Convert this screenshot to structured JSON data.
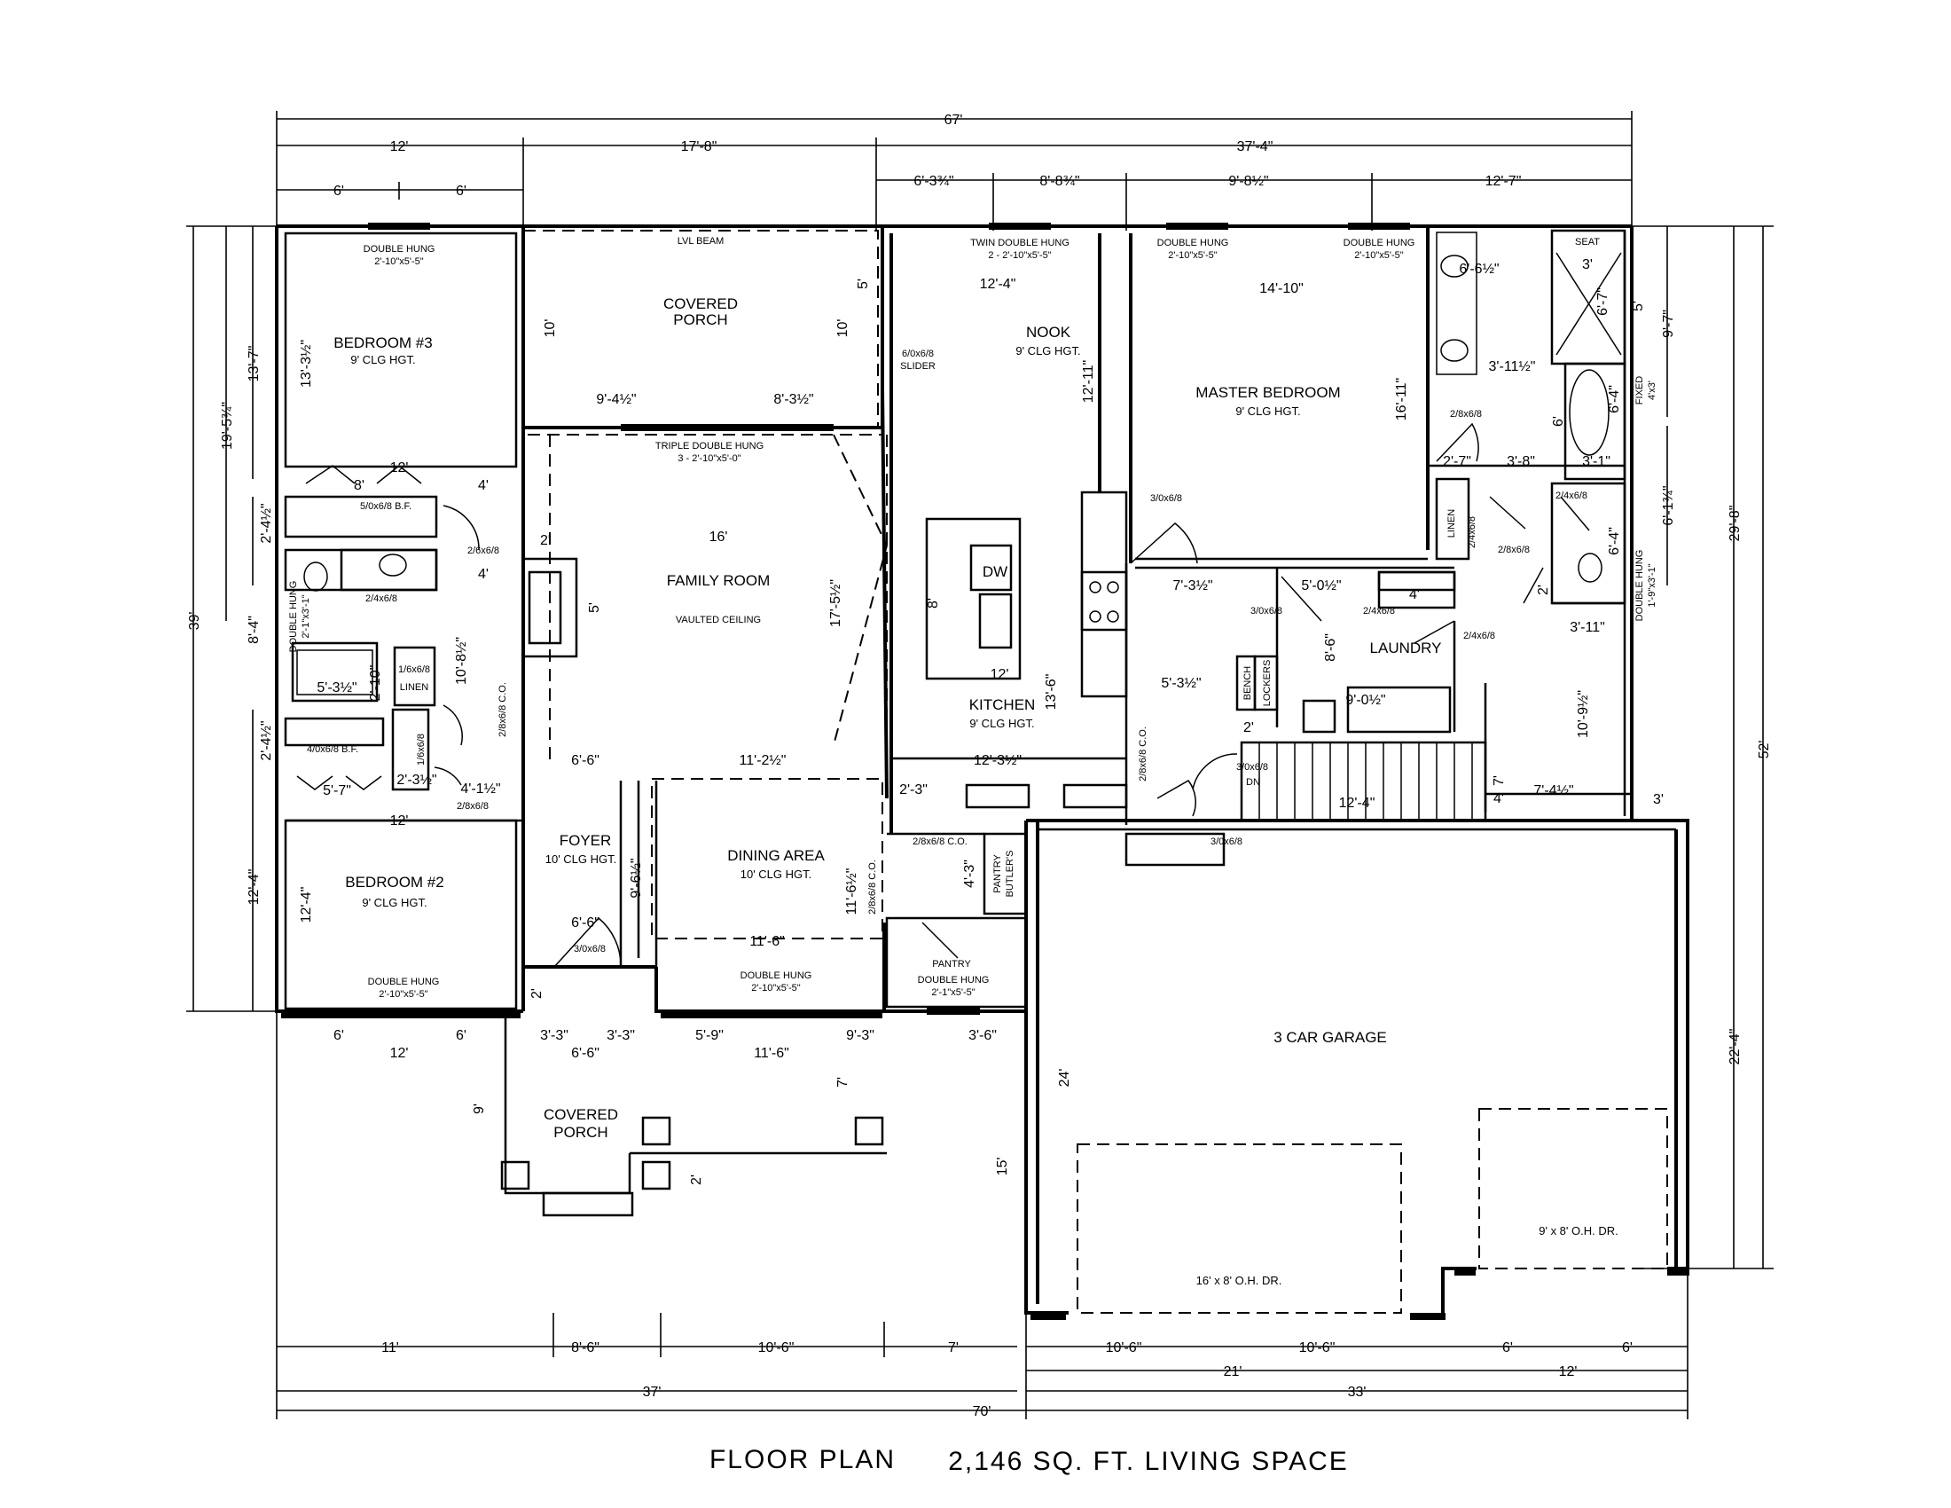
{
  "title": "FLOOR PLAN",
  "subtitle": "2,146 SQ. FT. LIVING SPACE",
  "rooms": {
    "bedroom3": "BEDROOM #3",
    "bedroom3_clg": "9' CLG HGT.",
    "covered_porch_rear_1": "COVERED",
    "covered_porch_rear_2": "PORCH",
    "nook": "NOOK",
    "nook_clg": "9' CLG HGT.",
    "master": "MASTER BEDROOM",
    "master_clg": "9' CLG HGT.",
    "family": "FAMILY ROOM",
    "family_clg": "VAULTED CEILING",
    "kitchen": "KITCHEN",
    "kitchen_clg": "9' CLG HGT.",
    "laundry": "LAUNDRY",
    "foyer": "FOYER",
    "foyer_clg": "10' CLG HGT.",
    "dining": "DINING AREA",
    "dining_clg": "10' CLG HGT.",
    "bedroom2": "BEDROOM #2",
    "bedroom2_clg": "9' CLG HGT.",
    "garage": "3 CAR GARAGE",
    "covered_porch_front_1": "COVERED",
    "covered_porch_front_2": "PORCH",
    "pantry": "PANTRY",
    "butlers_pantry_1": "BUTLER'S",
    "butlers_pantry_2": "PANTRY",
    "linen": "LINEN"
  },
  "notes": {
    "lvl_beam": "LVL BEAM",
    "dw": "DW",
    "slider_1": "6/0x6/8",
    "slider_2": "SLIDER",
    "win_b3_1": "DOUBLE HUNG",
    "win_b3_2": "2'-10\"x5'-5\"",
    "win_nook_1": "TWIN DOUBLE HUNG",
    "win_nook_2": "2 - 2'-10\"x5'-5\"",
    "win_m1_1": "DOUBLE HUNG",
    "win_m1_2": "2'-10\"x5'-5\"",
    "win_m2_1": "DOUBLE HUNG",
    "win_m2_2": "2'-10\"x5'-5\"",
    "win_fam_1": "TRIPLE DOUBLE HUNG",
    "win_fam_2": "3 - 2'-10\"x5'-0\"",
    "win_b2_1": "DOUBLE HUNG",
    "win_b2_2": "2'-10\"x5'-5\"",
    "win_din_1": "DOUBLE HUNG",
    "win_din_2": "2'-10\"x5'-5\"",
    "win_pan_1": "DOUBLE HUNG",
    "win_pan_2": "2'-1\"x5'-5\"",
    "seat": "SEAT",
    "fixed": "FIXED",
    "fixed_size": "4'x3'",
    "bath_dh_1": "DOUBLE HUNG",
    "bath_dh_2": "1'-9\"x3'-1\"",
    "hall_dh_1": "DOUBLE HUNG",
    "hall_dh_2": "2'-1\"x3'-1\"",
    "bench": "BENCH",
    "lockers": "LOCKERS",
    "dn": "DN",
    "ohd_big": "16' x 8' O.H. DR.",
    "ohd_small": "9' x 8' O.H. DR.",
    "d_508": "5/0x6/8 B.F.",
    "d_408": "4/0x6/8 B.F.",
    "d_268a": "2/6x6/8",
    "d_248a": "2/4x6/8",
    "d_168": "1/6x6/8",
    "d_1x6": "1/6x6/8",
    "d_268co": "2/8x6/8 C.O.",
    "d_268b": "2/8x6/8",
    "d_368": "3/0x6/8",
    "d_368b": "3/0x6/8",
    "d_368c": "3/0x6/8",
    "d_368dn": "3/0x6/8",
    "d_368e": "3/0x6/8",
    "d_268c": "2/8x6/8",
    "d_248b": "2/4x6/8",
    "d_248c": "2/4x6/8",
    "d_248d": "2/4x6/8",
    "d_268d": "2/8x6/8",
    "d_268co2": "2/8x6/8 C.O.",
    "d_268co3": "2/8x6/8 C.O.",
    "d_268co4": "2/8x6/8 C.O."
  },
  "dims": {
    "top_total": "67'",
    "top_12": "12'",
    "top_17_8": "17'-8\"",
    "top_37_4": "37'-4\"",
    "top_6a": "6'",
    "top_6b": "6'",
    "top_6_3": "6'-3¾\"",
    "top_8_8": "8'-8¾\"",
    "top_9_8": "9'-8½\"",
    "top_12_7": "12'-7\"",
    "bot_11": "11'",
    "bot_8_6": "8'-6\"",
    "bot_10_6": "10'-6\"",
    "bot_7": "7'",
    "bot_g10a": "10'-6\"",
    "bot_g10b": "10'-6\"",
    "bot_g6a": "6'",
    "bot_g6b": "6'",
    "bot_21": "21'",
    "bot_12": "12'",
    "bot_37": "37'",
    "bot_33": "33'",
    "bot_70": "70'",
    "left_39": "39'",
    "left_19_5": "19'-5¾\"",
    "left_13_7": "13'-7\"",
    "left_8_4": "8'-4\"",
    "left_12_4": "12'-4\"",
    "left_2_4a": "2'-4½\"",
    "left_2_4b": "2'-4½\"",
    "right_52": "52'",
    "right_29_8": "29'-8\"",
    "right_22_4": "22'-4\"",
    "right_9_7": "9'-7\"",
    "right_6_1": "6'-1¾\"",
    "b3_12": "12'",
    "b3_13_3": "13'-3½\"",
    "b2_12": "12'",
    "b2_12_4": "12'-4\"",
    "porch_10a": "10'",
    "porch_10b": "10'",
    "porch_9_4": "9'-4½\"",
    "porch_8_3": "8'-3½\"",
    "porch_5": "5'",
    "nook_12_4": "12'-4\"",
    "nook_12_11": "12'-11\"",
    "m_14_10": "14'-10\"",
    "m_16_11": "16'-11\"",
    "fam_16": "16'",
    "fam_17_5": "17'-5½\"",
    "fam_5": "5'",
    "k_8": "8'",
    "k_12": "12'",
    "k_13_6": "13'-6\"",
    "k_12_3": "12'-3½\"",
    "r_6_6": "6'-6\"",
    "r_11_2": "11'-2½\"",
    "f_6_6": "6'-6\"",
    "f_9_6": "9'-6½\"",
    "d_11_6a": "11'-6\"",
    "d_11_6v": "11'-6½\"",
    "d_4_3": "4'-3\"",
    "d_2_3": "2'-3\"",
    "fr_3_3a": "3'-3\"",
    "fr_3_3b": "3'-3\"",
    "fr_5_9": "5'-9\"",
    "fr_9_3": "9'-3\"",
    "fr_3_6": "3'-6\"",
    "fr_6a": "6'",
    "fr_6b": "6'",
    "fr_12": "12'",
    "fr_6_6": "6'-6\"",
    "fr_11_6": "11'-6\"",
    "fr_9": "9'",
    "fr_7": "7'",
    "fr_2": "2'",
    "fr_2b": "2'",
    "fr_24": "24'",
    "fr_15": "15'",
    "hall_8": "8'",
    "hall_4a": "4'",
    "hall_4b": "4'",
    "hall_2": "2'",
    "hall_10_8": "10'-8½\"",
    "hall_5_3": "5'-3½\"",
    "hall_5_7": "5'-7\"",
    "hall_2_3": "2'-3½\"",
    "hall_4_1": "4'-1½\"",
    "hall_2_10": "2'-10\"",
    "b_6_6": "6'-6½\"",
    "b_3_11": "3'-11½\"",
    "b_3": "3'",
    "b_6_7": "6'-7\"",
    "b_5": "5'",
    "b_6": "6'",
    "b_2_7": "2'-7\"",
    "b_3_8": "3'-8\"",
    "b_3_1": "3'-1\"",
    "b_6_4a": "6'-4\"",
    "b_6_4b": "6'-4\"",
    "b_3_11b": "3'-11\"",
    "b_2": "2'",
    "l_7_3": "7'-3½\"",
    "l_5_0": "5'-0½\"",
    "l_4": "4'",
    "l_8_6": "8'-6\"",
    "l_9_0": "9'-0½\"",
    "l_5_3": "5'-3½\"",
    "l_10_9": "10'-9½\"",
    "l_7_4": "7'-4½\"",
    "l_12_4": "12'-4\"",
    "l_7": "7'",
    "l_4b": "4'",
    "l_3": "3'",
    "l_2": "2'"
  }
}
